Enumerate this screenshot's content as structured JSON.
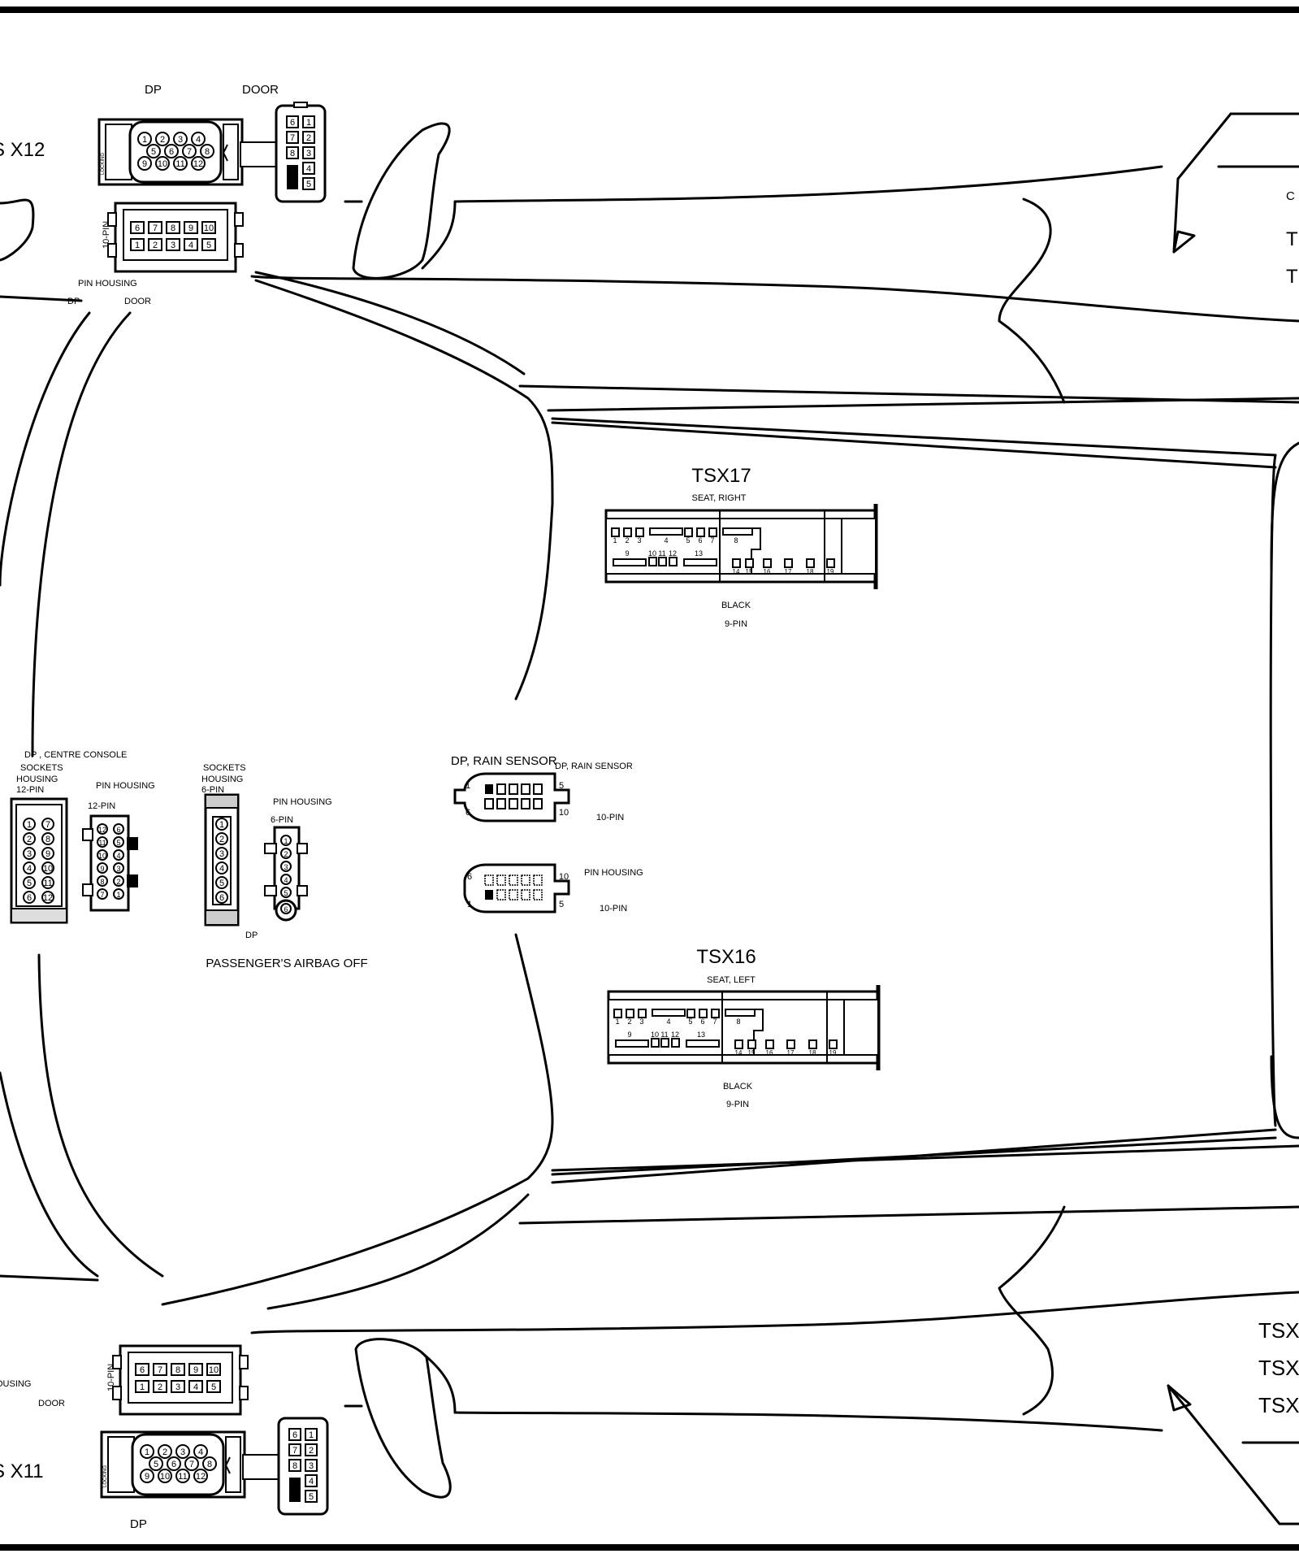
{
  "labels": {
    "top_dp": "DP",
    "top_door": "DOOR",
    "ts_x12": "S X12",
    "top_10pin": "10-PIN",
    "top_pin_housing": "PIN HOUSING",
    "top_dp_small": "DP",
    "top_door_small": "DOOR",
    "right_c": "C",
    "right_t1": "T",
    "right_t2": "T",
    "tsx17_title": "TSX17",
    "tsx17_sub": "SEAT, RIGHT",
    "tsx17_black": "BLACK",
    "tsx17_9pin": "9-PIN",
    "tsx16_title": "TSX16",
    "tsx16_sub": "SEAT, LEFT",
    "tsx16_black": "BLACK",
    "tsx16_9pin": "9-PIN",
    "cc_title": "DP , CENTRE CONSOLE",
    "cc_sockets": "SOCKETS",
    "cc_housing": "HOUSING",
    "cc_12pin": "12-PIN",
    "cc_pin_housing": "PIN HOUSING",
    "cc_12pin_b": "12-PIN",
    "ab_sockets": "SOCKETS",
    "ab_housing": "HOUSING",
    "ab_6pin": "6-PIN",
    "ab_pin_housing": "PIN HOUSING",
    "ab_6pin_b": "6-PIN",
    "ab_dp": "DP",
    "airbag_title": "PASSENGER'S AIRBAG OFF",
    "rain_title": "DP, RAIN SENSOR",
    "rain_sub": "DP, RAIN SENSOR",
    "rain_10pin": "10-PIN",
    "rain_pin_housing": "PIN HOUSING",
    "rain_10pin_b": "10-PIN",
    "bottom_housing": "OUSING",
    "bottom_door": "DOOR",
    "bottom_10pin": "10-PIN",
    "ts_x11": "S X11",
    "bottom_dp": "DP",
    "bottom_tsx1": "TSX",
    "bottom_tsx2": "TSX",
    "bottom_tsx3": "TSX",
    "locking": "LOCKING"
  },
  "pins": {
    "door_conn_left": [
      "6",
      "7",
      "8"
    ],
    "door_conn_right": [
      "1",
      "2",
      "3",
      "4",
      "5"
    ],
    "pin10_top": [
      "6",
      "7",
      "8",
      "9",
      "10"
    ],
    "pin10_bottom": [
      "1",
      "2",
      "3",
      "4",
      "5"
    ],
    "round12_row1": [
      "1",
      "2",
      "3",
      "4"
    ],
    "round12_row2": [
      "5",
      "6",
      "7",
      "8"
    ],
    "round12_row3": [
      "9",
      "10",
      "11",
      "12"
    ],
    "seat_top": [
      "1",
      "2",
      "3",
      "4",
      "5",
      "6",
      "7",
      "8"
    ],
    "seat_mid": [
      "9",
      "10",
      "11",
      "12",
      "13"
    ],
    "seat_right": [
      "14",
      "15",
      "16",
      "17",
      "18",
      "19"
    ],
    "cc_left": [
      "1",
      "2",
      "3",
      "4",
      "5",
      "6"
    ],
    "cc_right": [
      "7",
      "8",
      "9",
      "10",
      "11",
      "12"
    ],
    "ab_sock": [
      "1",
      "2",
      "3",
      "4",
      "5",
      "6"
    ],
    "rain_corner": [
      "1",
      "6",
      "5",
      "10"
    ]
  }
}
